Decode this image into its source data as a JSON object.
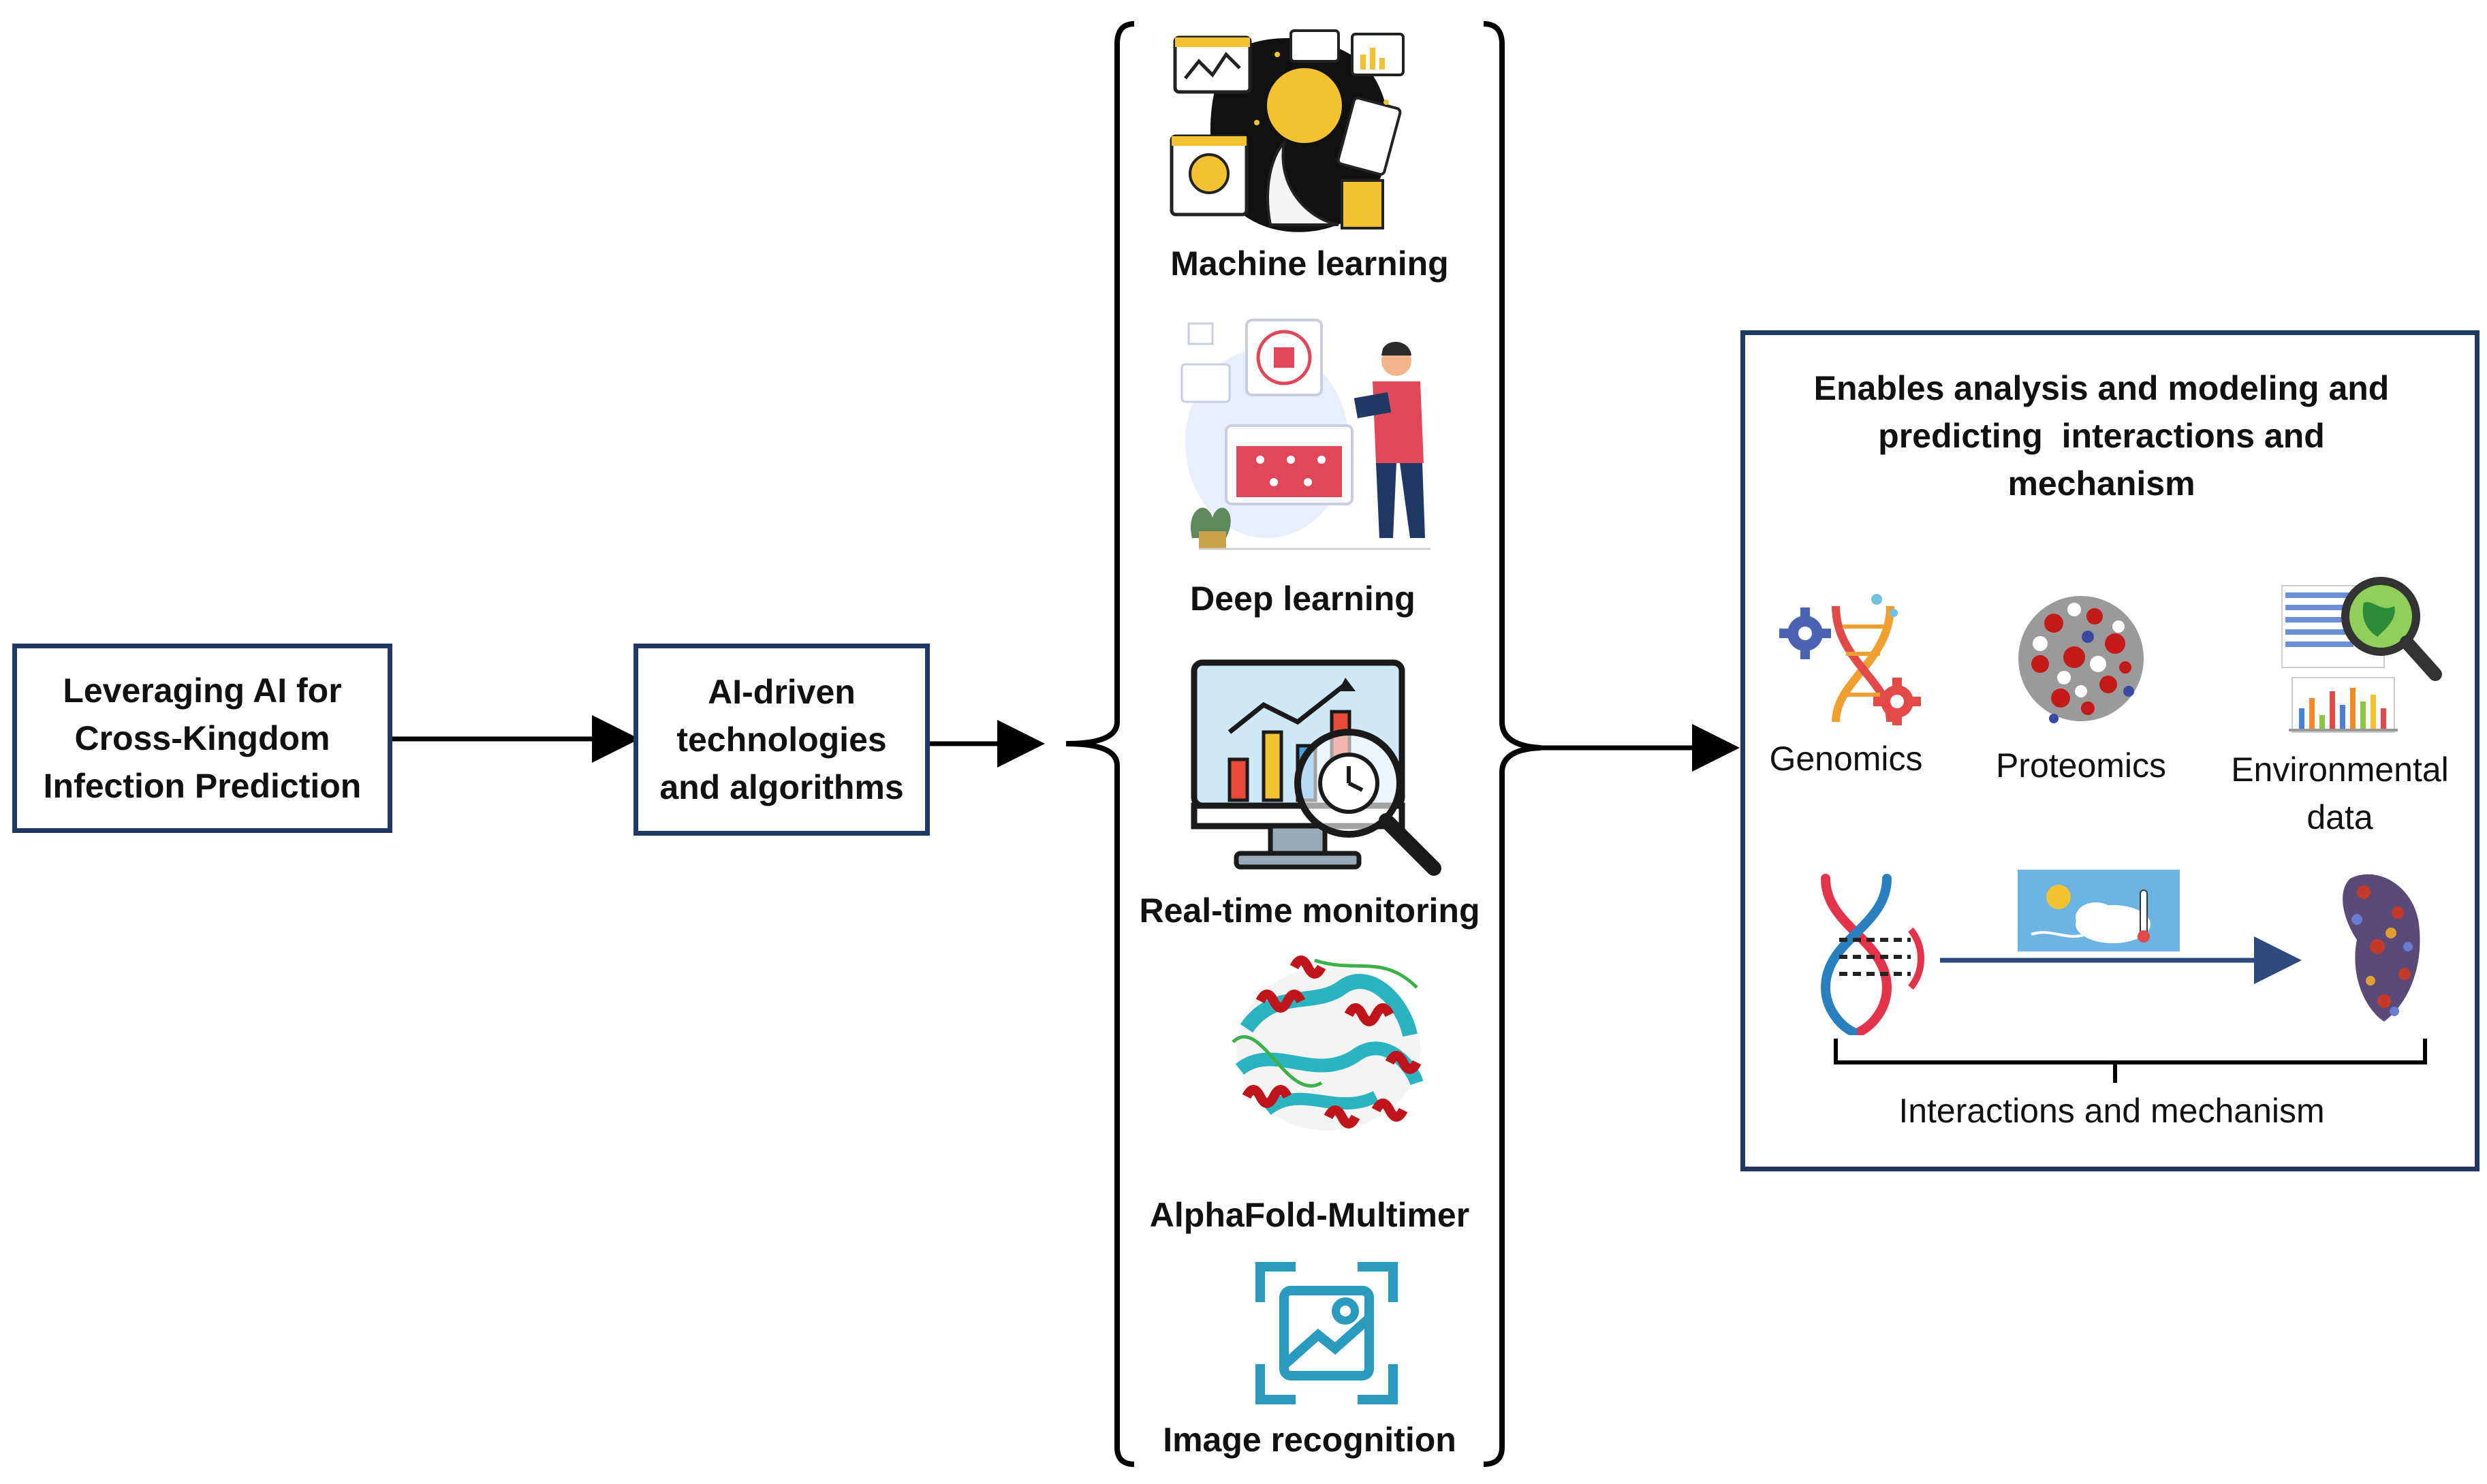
{
  "left_box": {
    "line1": "Leveraging AI for",
    "line2": "Cross-Kingdom",
    "line3": "Infection Prediction"
  },
  "ai_box": {
    "line1": "AI-driven",
    "line2": "technologies",
    "line3": "and algorithms"
  },
  "technologies": [
    {
      "label": "Machine learning",
      "icon": "robot-analytics-icon"
    },
    {
      "label": "Deep learning",
      "icon": "person-neural-network-icon"
    },
    {
      "label": "Real-time monitoring",
      "icon": "monitor-chart-magnifier-icon"
    },
    {
      "label": "AlphaFold-Multimer",
      "icon": "protein-ribbon-structure-icon"
    },
    {
      "label": "Image recognition",
      "icon": "image-scan-icon"
    }
  ],
  "right_panel": {
    "title_line1": "Enables analysis and modeling and",
    "title_line2": "predicting  interactions and",
    "title_line3": "mechanism",
    "data_types": [
      {
        "label": "Genomics",
        "icon": "dna-gears-icon"
      },
      {
        "label": "Proteomics",
        "icon": "protein-sphere-icon"
      },
      {
        "label_line1": "Environmental",
        "label_line2": "data",
        "icon": "globe-magnifier-chart-icon"
      }
    ],
    "flow_caption": "Interactions and mechanism"
  },
  "colors": {
    "box_border": "#1f3864",
    "arrow": "#000000",
    "inner_arrow": "#2e4a7d"
  }
}
